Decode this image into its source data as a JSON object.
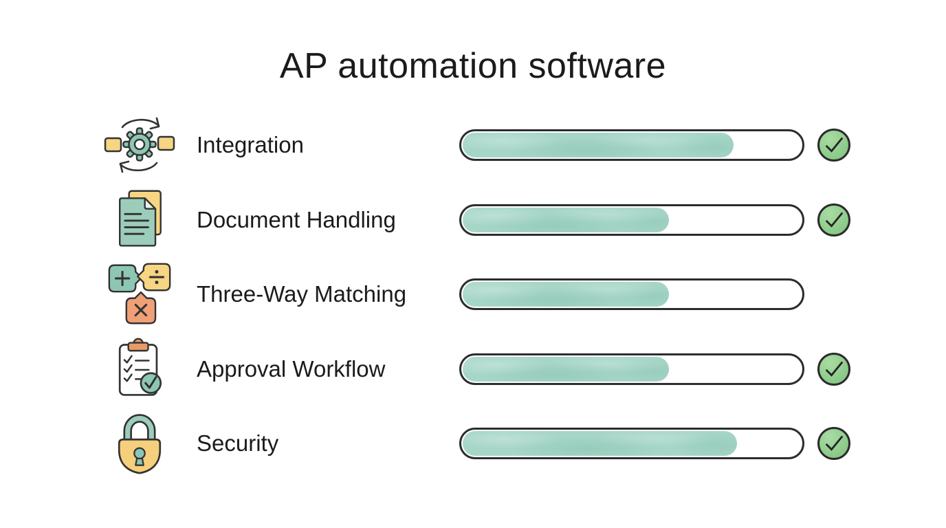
{
  "page": {
    "title": "AP automation software"
  },
  "features": [
    {
      "label": "Integration",
      "icon": "sync-gear-icon",
      "fill_percent": 80,
      "checked": true
    },
    {
      "label": "Document Handling",
      "icon": "documents-icon",
      "fill_percent": 61,
      "checked": true
    },
    {
      "label": "Three-Way Matching",
      "icon": "math-operators-icon",
      "fill_percent": 61,
      "checked": false
    },
    {
      "label": "Approval Workflow",
      "icon": "clipboard-checklist-icon",
      "fill_percent": 61,
      "checked": true
    },
    {
      "label": "Security",
      "icon": "padlock-icon",
      "fill_percent": 81,
      "checked": true
    }
  ],
  "colors": {
    "background": "#ffffff",
    "text": "#1b1b1b",
    "bar_fill": "#a6d6c8",
    "bar_outline": "#2d2d2d",
    "check_green": "#8ecb8c",
    "icon_teal": "#8ec6b4",
    "icon_yellow": "#f6d583",
    "icon_orange": "#efa077"
  },
  "chart_data": {
    "type": "bar",
    "orientation": "horizontal",
    "title": "AP automation software",
    "categories": [
      "Integration",
      "Document Handling",
      "Three-Way Matching",
      "Approval Workflow",
      "Security"
    ],
    "values": [
      80,
      61,
      61,
      61,
      81
    ],
    "value_unit": "percent_of_bar_filled",
    "xlim": [
      0,
      100
    ],
    "checkmarks": [
      true,
      true,
      false,
      true,
      true
    ],
    "legend": false,
    "grid": false,
    "xlabel": "",
    "ylabel": ""
  }
}
